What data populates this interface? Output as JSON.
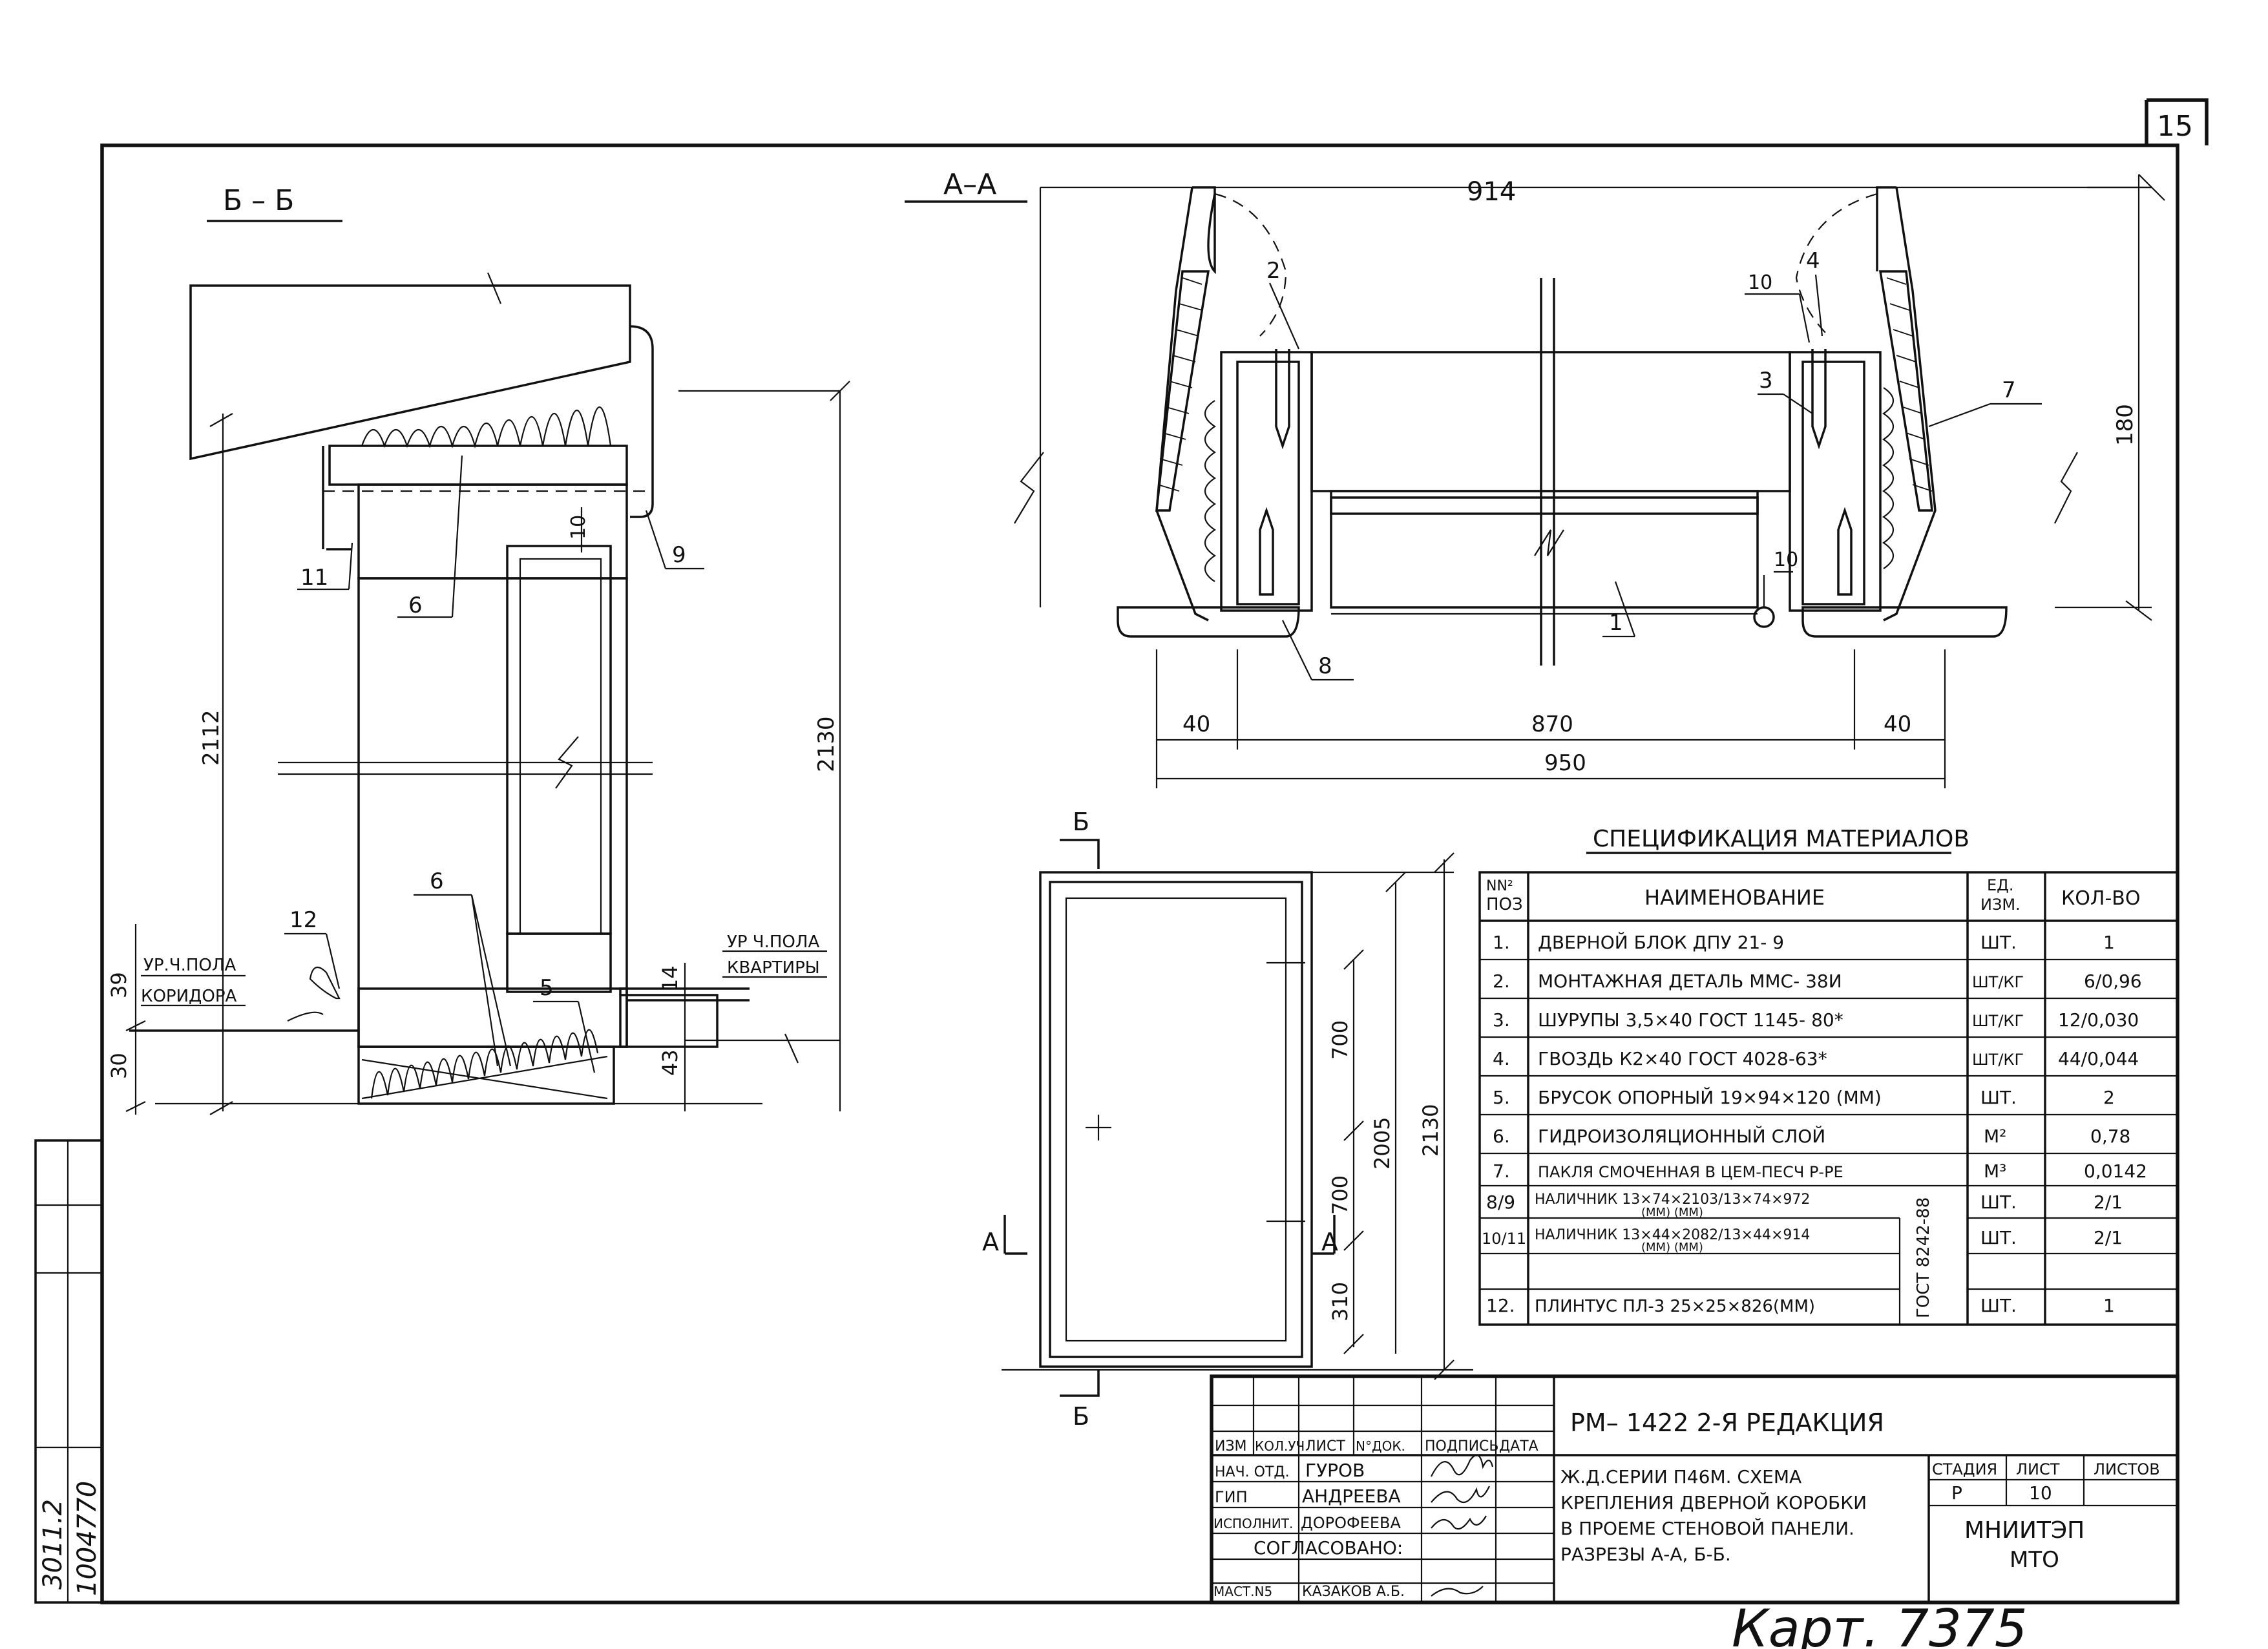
{
  "sheet": {
    "number": "15"
  },
  "section_bb": {
    "title": "Б – Б",
    "dims": {
      "height_clear": "2112",
      "height_total": "2130",
      "d39": "39",
      "d30": "30",
      "d14": "14",
      "d43": "43"
    },
    "floor_corridor_line1": "УР.Ч.ПОЛА",
    "floor_corridor_line2": "КОРИДОРА",
    "floor_apartment_line1": "УР Ч.ПОЛА",
    "floor_apartment_line2": "КВАРТИРЫ",
    "callouts": [
      "11",
      "6",
      "10",
      "9",
      "12",
      "6",
      "5"
    ]
  },
  "section_aa": {
    "title": "А–А",
    "dims": {
      "top": "914",
      "right": "180",
      "left40": "40",
      "mid": "870",
      "right40": "40",
      "total": "950"
    },
    "callouts": [
      "2",
      "10",
      "4",
      "3",
      "7",
      "10",
      "1",
      "8"
    ]
  },
  "elevation": {
    "marks": {
      "b_top": "Б",
      "b_bottom": "Б",
      "a_left": "А",
      "a_right": "А"
    },
    "dims": {
      "d700a": "700",
      "d700b": "700",
      "d310": "310",
      "d2005": "2005",
      "d2130": "2130"
    }
  },
  "spec": {
    "title": "СПЕЦИФИКАЦИЯ МАТЕРИАЛОВ",
    "headers": {
      "pos_line1": "NN²",
      "pos_line2": "ПОЗ",
      "name": "НАИМЕНОВАНИЕ",
      "unit_line1": "ЕД.",
      "unit_line2": "ИЗМ.",
      "qty": "КОЛ-ВО"
    },
    "rows": [
      {
        "pos": "1.",
        "name": "ДВЕРНОЙ БЛОК ДПУ 21- 9",
        "unit": "ШТ.",
        "qty": "1"
      },
      {
        "pos": "2.",
        "name": "МОНТАЖНАЯ ДЕТАЛЬ ММС- 38И",
        "unit": "ШТ/КГ",
        "qty": "6/0,96"
      },
      {
        "pos": "3.",
        "name": "ШУРУПЫ 3,5×40 ГОСТ 1145- 80*",
        "unit": "ШТ/КГ",
        "qty": "12/0,030"
      },
      {
        "pos": "4.",
        "name": "ГВОЗДЬ К2×40 ГОСТ 4028-63*",
        "unit": "ШТ/КГ",
        "qty": "44/0,044"
      },
      {
        "pos": "5.",
        "name": "БРУСОК ОПОРНЫЙ 19×94×120 (ММ)",
        "unit": "ШТ.",
        "qty": "2"
      },
      {
        "pos": "6.",
        "name": "ГИДРОИЗОЛЯЦИОННЫЙ СЛОЙ",
        "unit": "М²",
        "qty": "0,78"
      },
      {
        "pos": "7.",
        "name": "ПАКЛЯ СМОЧЕННАЯ В ЦЕМ-ПЕСЧ Р-РЕ",
        "unit": "М³",
        "qty": "0,0142"
      },
      {
        "pos": "8/9",
        "name": "НАЛИЧНИК 13×74×2103/13×74×972",
        "sub": "(ММ)                        (ММ)",
        "unit": "ШТ.",
        "qty": "2/1"
      },
      {
        "pos": "10/11",
        "name": "НАЛИЧНИК 13×44×2082/13×44×914",
        "sub": "(ММ)                       (ММ)",
        "unit": "ШТ.",
        "qty": "2/1"
      },
      {
        "pos": "12.",
        "name": "ПЛИНТУС ПЛ-3 25×25×826(ММ)",
        "unit": "ШТ.",
        "qty": "1"
      }
    ],
    "gost_note": "ГОСТ 8242-88"
  },
  "title_block": {
    "project": "РМ– 1422 2-Я РЕДАКЦИЯ",
    "columns": [
      "ИЗМ",
      "КОЛ.УЧ",
      "ЛИСТ",
      "N°ДОК.",
      "ПОДПИСЬ",
      "ДАТА"
    ],
    "people": [
      {
        "role": "НАЧ. ОТД.",
        "name": "ГУРОВ"
      },
      {
        "role": "ГИП",
        "name": "АНДРЕЕВА"
      },
      {
        "role": "ИСПОЛНИТ.",
        "name": "ДОРОФЕЕВА"
      }
    ],
    "agreed": "СОГЛАСОВАНО:",
    "check_role": "МАСТ.N5",
    "check_name": "КАЗАКОВ А.Б.",
    "description": [
      "Ж.Д.СЕРИИ П46М. СХЕМА",
      "КРЕПЛЕНИЯ ДВЕРНОЙ КОРОБКИ",
      "В ПРОЕМЕ СТЕНОВОЙ ПАНЕЛИ.",
      "РАЗРЕЗЫ А-А, Б-Б."
    ],
    "stage_label": "СТАДИЯ",
    "sheet_label": "ЛИСТ",
    "sheets_label": "ЛИСТОВ",
    "stage": "Р",
    "sheet": "10",
    "org_line1": "МНИИТЭП",
    "org_line2": "МТО"
  },
  "margin_stamp": {
    "line1": "3011.2",
    "line2": "1004770"
  },
  "footer": {
    "card": "Карт. 7375"
  }
}
